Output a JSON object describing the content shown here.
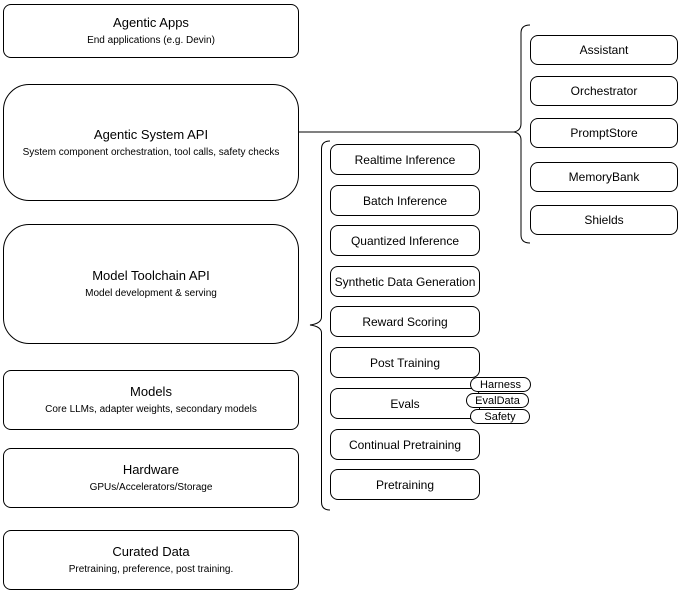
{
  "diagram": {
    "colors": {
      "stroke": "#000000",
      "fill": "#ffffff",
      "text": "#000000"
    },
    "left_column": {
      "items": [
        {
          "title": "Agentic Apps",
          "subtitle": "End applications (e.g. Devin)"
        },
        {
          "title": "Agentic System API",
          "subtitle": "System component orchestration, tool calls, safety checks"
        },
        {
          "title": "Model Toolchain API",
          "subtitle": "Model development & serving"
        },
        {
          "title": "Models",
          "subtitle": "Core LLMs, adapter weights, secondary models"
        },
        {
          "title": "Hardware",
          "subtitle": "GPUs/Accelerators/Storage"
        },
        {
          "title": "Curated Data",
          "subtitle": "Pretraining, preference, post training."
        }
      ]
    },
    "toolchain_services": {
      "items": [
        "Realtime Inference",
        "Batch Inference",
        "Quantized Inference",
        "Synthetic Data Generation",
        "Reward Scoring",
        "Post Training",
        "Evals",
        "Continual Pretraining",
        "Pretraining"
      ]
    },
    "eval_components": {
      "items": [
        "Harness",
        "EvalData",
        "Safety"
      ]
    },
    "system_components": {
      "items": [
        "Assistant",
        "Orchestrator",
        "PromptStore",
        "MemoryBank",
        "Shields"
      ]
    }
  }
}
